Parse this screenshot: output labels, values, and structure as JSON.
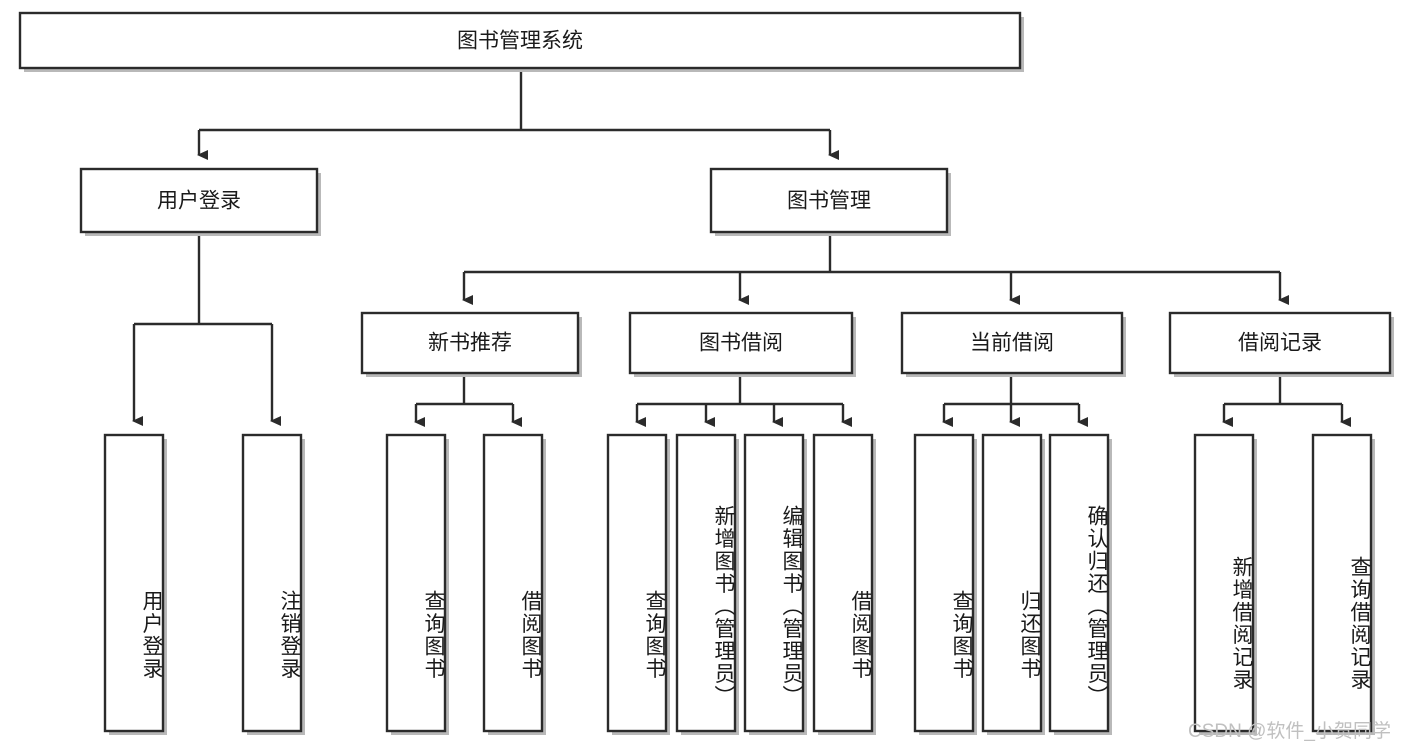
{
  "diagram": {
    "type": "tree",
    "title": "图书管理系统",
    "orientation": "top-down",
    "colors": {
      "box_fill": "#ffffff",
      "box_stroke": "#2b2b2b",
      "text": "#1a1a1a",
      "watermark": "#c0c0c0"
    },
    "root": {
      "id": "root",
      "label": "图书管理系统"
    },
    "level2": [
      {
        "id": "user-login",
        "label": "用户登录"
      },
      {
        "id": "book-manage",
        "label": "图书管理"
      }
    ],
    "level3": [
      {
        "id": "new-book-recommend",
        "label": "新书推荐"
      },
      {
        "id": "book-borrow",
        "label": "图书借阅"
      },
      {
        "id": "current-borrow",
        "label": "当前借阅"
      },
      {
        "id": "borrow-record",
        "label": "借阅记录"
      }
    ],
    "leaves": [
      {
        "id": "leaf-user-login",
        "label": "用户登录",
        "parent": "user-login"
      },
      {
        "id": "leaf-logout",
        "label": "注销登录",
        "parent": "user-login"
      },
      {
        "id": "leaf-query-book-1",
        "label": "查询图书",
        "parent": "new-book-recommend"
      },
      {
        "id": "leaf-borrow-book-1",
        "label": "借阅图书",
        "parent": "new-book-recommend"
      },
      {
        "id": "leaf-query-book-2",
        "label": "查询图书",
        "parent": "book-borrow"
      },
      {
        "id": "leaf-add-book",
        "label": "新增图书（管理员）",
        "parent": "book-borrow"
      },
      {
        "id": "leaf-edit-book",
        "label": "编辑图书（管理员）",
        "parent": "book-borrow"
      },
      {
        "id": "leaf-borrow-book-2",
        "label": "借阅图书",
        "parent": "book-borrow"
      },
      {
        "id": "leaf-query-book-3",
        "label": "查询图书",
        "parent": "current-borrow"
      },
      {
        "id": "leaf-return-book",
        "label": "归还图书",
        "parent": "current-borrow"
      },
      {
        "id": "leaf-confirm-return",
        "label": "确认归还（管理员）",
        "parent": "current-borrow"
      },
      {
        "id": "leaf-add-record",
        "label": "新增借阅记录",
        "parent": "borrow-record"
      },
      {
        "id": "leaf-query-record",
        "label": "查询借阅记录",
        "parent": "borrow-record"
      }
    ]
  },
  "watermark": {
    "text": "CSDN @软件_小贺同学"
  }
}
